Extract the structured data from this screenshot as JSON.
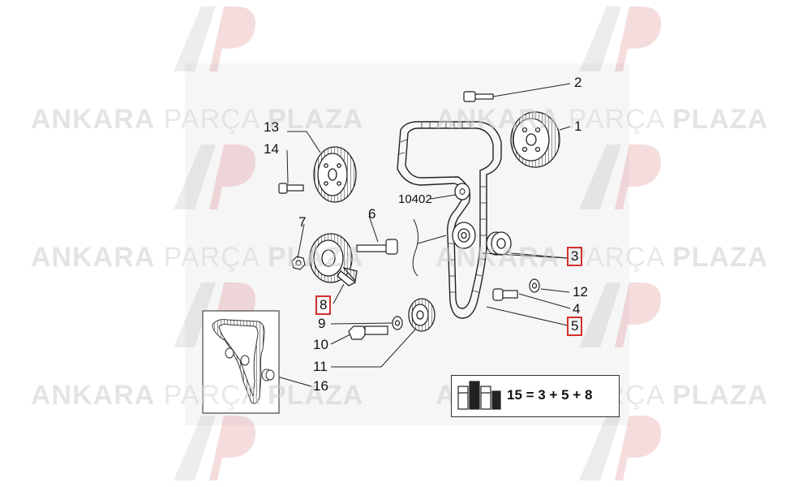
{
  "watermark": {
    "brand_bold_1": "ANKARA",
    "brand_thin": "PARÇA",
    "brand_bold_2": "PLAZA",
    "logo_letters": "AP",
    "accent_color": "#c8323a"
  },
  "diagram": {
    "labels": {
      "p1": "1",
      "p2": "2",
      "p3": "3",
      "p4": "4",
      "p5": "5",
      "p6": "6",
      "p7": "7",
      "p8": "8",
      "p9": "9",
      "p10": "10",
      "p11": "11",
      "p12": "12",
      "p13": "13",
      "p14": "14",
      "p16": "16",
      "belt_code": "10402"
    },
    "highlighted_parts": [
      "3",
      "5",
      "8"
    ],
    "highlight_color": "#d0312d",
    "legend": "15 = 3 + 5 + 8"
  }
}
